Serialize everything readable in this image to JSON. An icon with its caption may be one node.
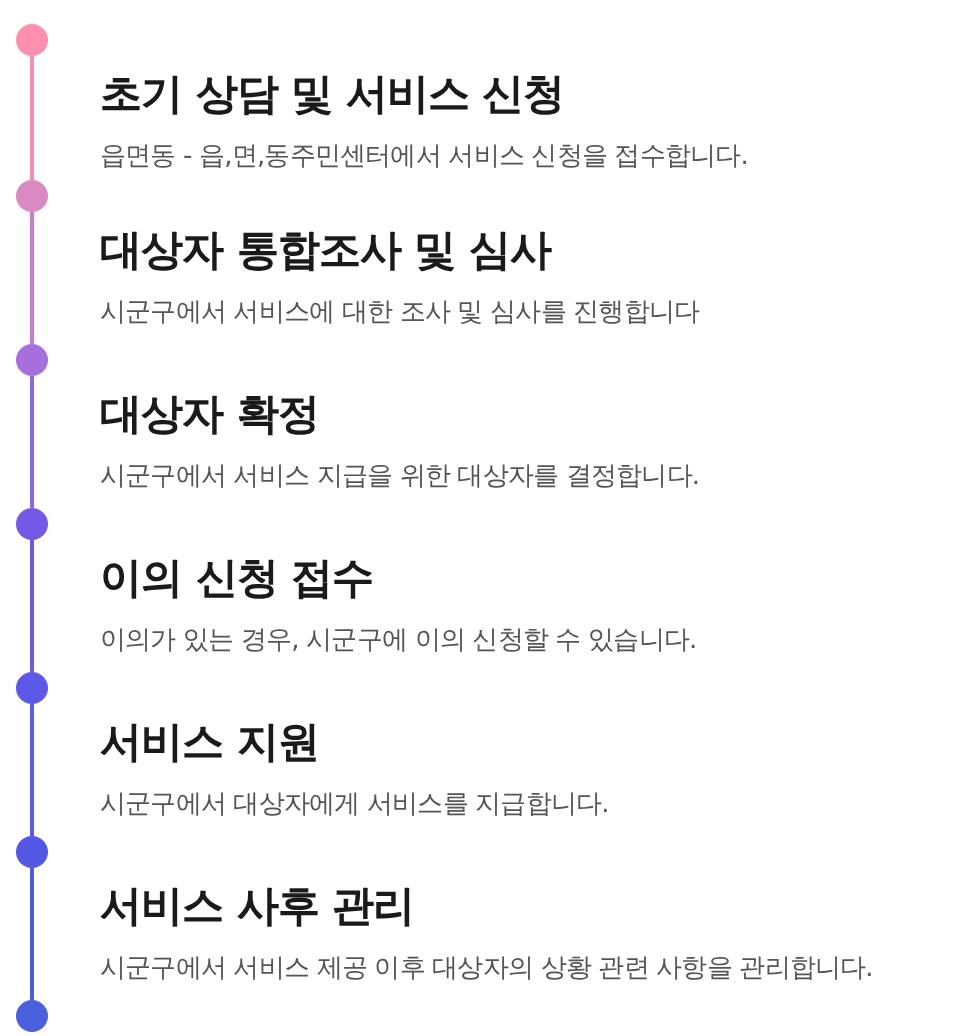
{
  "diagram": {
    "nodes": [
      {
        "text": [],
        "shape": "circle",
        "beside": [
          "초기 상담 및 서비스 신청",
          "읍면동 - 읍,면,동주민센터에서 서비스 신청을 접수합니다."
        ]
      },
      {
        "text": [],
        "shape": "circle",
        "beside": [
          "대상자 통합조사 및 심사",
          "시군구에서 서비스에 대한 조사 및 심사를 진행합니다"
        ]
      },
      {
        "text": [],
        "shape": "circle",
        "beside": [
          "대상자 확정",
          "시군구에서 서비스 지급을 위한 대상자를 결정합니다."
        ]
      },
      {
        "text": [],
        "shape": "circle",
        "beside": [
          "이의 신청 접수",
          "이의가 있는 경우, 시군구에 이의 신청할 수 있습니다."
        ]
      },
      {
        "text": [],
        "shape": "circle",
        "beside": [
          "서비스 지원",
          "시군구에서 대상자에게 서비스를 지급합니다."
        ]
      },
      {
        "text": [],
        "shape": "circle",
        "beside": [
          "서비스 사후 관리",
          "시군구에서 서비스 제공 이후 대상자의 상황 관련 사항을 관리합니다."
        ]
      },
      {
        "text": [],
        "shape": "circle"
      }
    ],
    "edges": [
      {
        "from": 0,
        "to": 1,
        "arrow": "none",
        "color": "#f391b5"
      },
      {
        "from": 1,
        "to": 2,
        "arrow": "none",
        "color": "#c47fd0"
      },
      {
        "from": 2,
        "to": 3,
        "arrow": "none",
        "color": "#8d68e0"
      },
      {
        "from": 3,
        "to": 4,
        "arrow": "none",
        "color": "#6a5ae8"
      },
      {
        "from": 4,
        "to": 5,
        "arrow": "none",
        "color": "#5a5ce6"
      },
      {
        "from": 5,
        "to": 6,
        "arrow": "none",
        "color": "#4c5fe0"
      }
    ]
  }
}
